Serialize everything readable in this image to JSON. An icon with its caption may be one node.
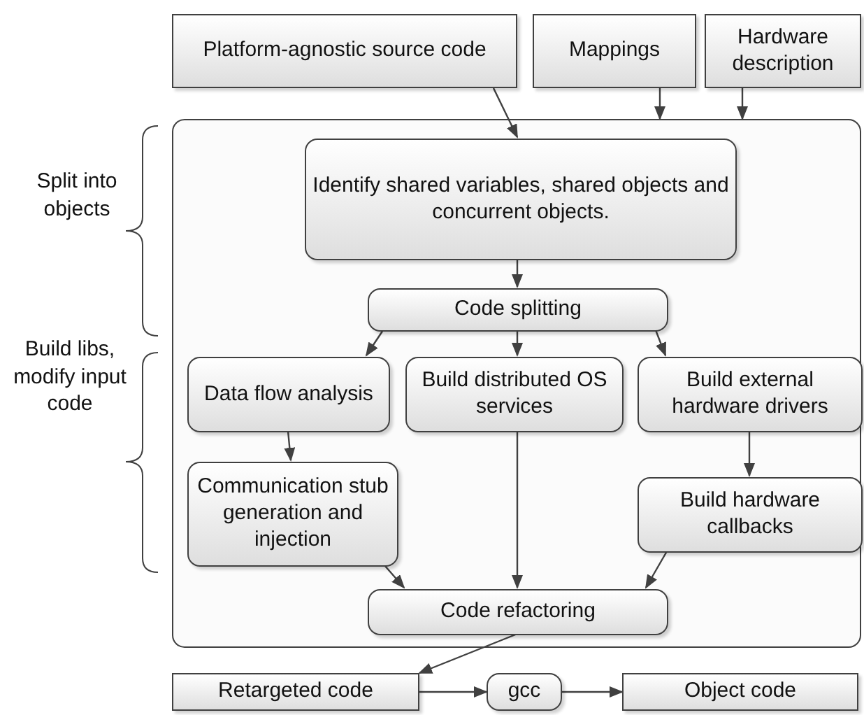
{
  "diagram": {
    "nodes": [
      {
        "text": [
          "Platform-agnostic source code"
        ]
      },
      {
        "text": [
          "Mappings"
        ]
      },
      {
        "text": [
          "Hardware description"
        ]
      },
      {
        "text": [],
        "shape": "box"
      },
      {
        "text": [
          "Identify shared variables, shared objects and concurrent objects."
        ],
        "in": 3
      },
      {
        "text": [
          "Code splitting"
        ],
        "in": 3
      },
      {
        "text": [
          "Data flow analysis"
        ],
        "in": 3
      },
      {
        "text": [
          "Build distributed OS services"
        ],
        "in": 3
      },
      {
        "text": [
          "Build external hardware drivers"
        ],
        "in": 3
      },
      {
        "text": [
          "Communication stub generation and injection"
        ],
        "in": 3
      },
      {
        "text": [
          "Build hardware callbacks"
        ],
        "in": 3
      },
      {
        "text": [
          "Code refactoring"
        ],
        "in": 3
      },
      {
        "text": [
          "Retargeted code"
        ]
      },
      {
        "text": [
          "gcc"
        ]
      },
      {
        "text": [
          "Object code"
        ]
      }
    ],
    "edges": [
      {
        "from": 0,
        "to": 4,
        "arrow": "to"
      },
      {
        "from": 1,
        "to": 3,
        "arrow": "to"
      },
      {
        "from": 2,
        "to": 3,
        "arrow": "to"
      },
      {
        "from": 4,
        "to": 5,
        "arrow": "to"
      },
      {
        "from": 5,
        "to": 6,
        "arrow": "to"
      },
      {
        "from": 5,
        "to": 7,
        "arrow": "to"
      },
      {
        "from": 5,
        "to": 8,
        "arrow": "to"
      },
      {
        "from": 6,
        "to": 9,
        "arrow": "to"
      },
      {
        "from": 8,
        "to": 10,
        "arrow": "to"
      },
      {
        "from": 9,
        "to": 11,
        "arrow": "to"
      },
      {
        "from": 7,
        "to": 11,
        "arrow": "to"
      },
      {
        "from": 10,
        "to": 11,
        "arrow": "to"
      },
      {
        "from": 11,
        "to": 12,
        "arrow": "to"
      },
      {
        "from": 12,
        "to": 13,
        "arrow": "to"
      },
      {
        "from": 13,
        "to": 14,
        "arrow": "to"
      }
    ],
    "labels": [
      "Split into objects",
      "Build libs, modify input code"
    ]
  }
}
